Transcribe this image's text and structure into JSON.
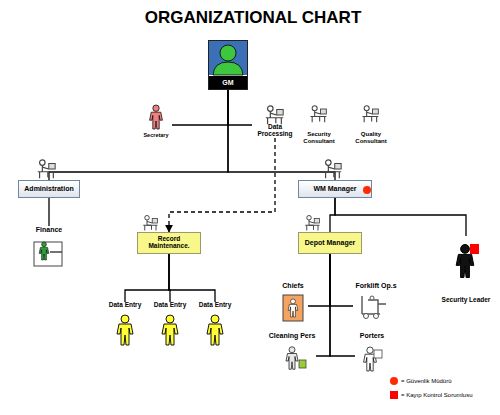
{
  "diagram": {
    "title": "ORGANIZATIONAL CHART",
    "nodes": [
      {
        "text": [
          "GM"
        ]
      },
      {
        "text": [
          "Secretary"
        ]
      },
      {
        "text": [
          "Data Processing"
        ]
      },
      {
        "text": [
          "Security Consultant"
        ]
      },
      {
        "text": [
          "Quality Consultant"
        ]
      },
      {
        "text": [
          "Administration"
        ]
      },
      {
        "text": [
          "WM Manager"
        ]
      },
      {
        "text": [
          "Finance"
        ]
      },
      {
        "text": [
          "Record Maintenance."
        ]
      },
      {
        "text": [
          "Depot Manager"
        ]
      },
      {
        "text": [
          "Security Leader"
        ]
      },
      {
        "text": [
          "Data Entry"
        ]
      },
      {
        "text": [
          "Data Entry"
        ]
      },
      {
        "text": [
          "Data Entry"
        ]
      },
      {
        "text": [
          "Chiefs"
        ]
      },
      {
        "text": [
          "Forklift Op.s"
        ]
      },
      {
        "text": [
          "Cleaning Pers"
        ]
      },
      {
        "text": [
          "Porters"
        ]
      }
    ],
    "edges": [
      {
        "from": 0,
        "to": 1,
        "arrow": "none"
      },
      {
        "from": 0,
        "to": 2,
        "arrow": "none"
      },
      {
        "from": 0,
        "to": 5,
        "arrow": "none"
      },
      {
        "from": 0,
        "to": 6,
        "arrow": "none"
      },
      {
        "from": 2,
        "to": 8,
        "arrow": "to"
      },
      {
        "from": 5,
        "to": 7,
        "arrow": "none"
      },
      {
        "from": 6,
        "to": 9,
        "arrow": "none"
      },
      {
        "from": 6,
        "to": 10,
        "arrow": "none"
      },
      {
        "from": 8,
        "to": 11,
        "arrow": "none"
      },
      {
        "from": 8,
        "to": 12,
        "arrow": "none"
      },
      {
        "from": 8,
        "to": 13,
        "arrow": "none"
      },
      {
        "from": 9,
        "to": 14,
        "arrow": "none"
      },
      {
        "from": 9,
        "to": 15,
        "arrow": "none"
      },
      {
        "from": 9,
        "to": 16,
        "arrow": "none"
      },
      {
        "from": 9,
        "to": 17,
        "arrow": "none"
      }
    ],
    "legend": [
      {
        "text": "= Güvenlik Müdürü",
        "color": "#ff2a00"
      },
      {
        "text": "= Kayıp Kontrol Sorumlusu",
        "color": "#ff0000"
      }
    ]
  }
}
